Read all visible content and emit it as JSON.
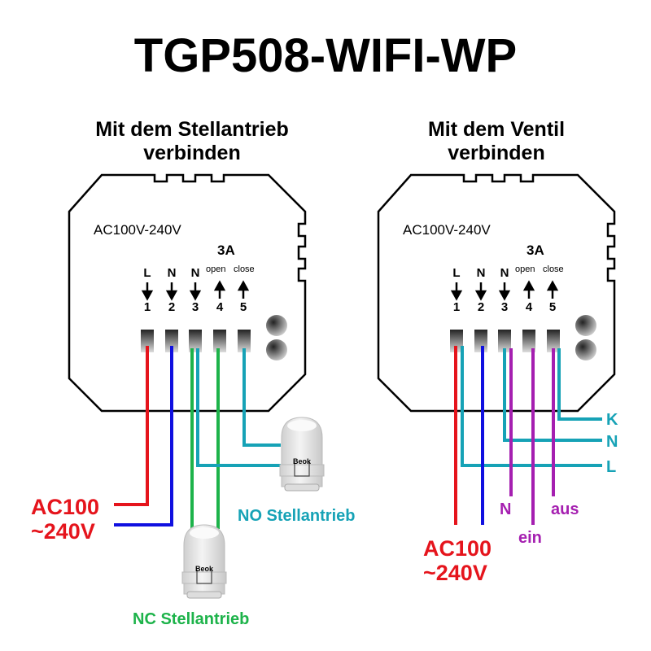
{
  "title": "TGP508-WIFI-WP",
  "colors": {
    "red": "#e5141c",
    "blue": "#1010e0",
    "green": "#1db34a",
    "teal": "#16a2b6",
    "purple": "#a51fb0"
  },
  "left": {
    "heading_line1": "Mit dem Stellantrieb",
    "heading_line2": "verbinden",
    "voltage": "AC100V-240V",
    "current": "3A",
    "open_label": "open",
    "close_label": "close",
    "terminals": [
      {
        "letter": "L",
        "num": "1"
      },
      {
        "letter": "N",
        "num": "2"
      },
      {
        "letter": "N",
        "num": "3"
      },
      {
        "letter": "",
        "num": "4"
      },
      {
        "letter": "",
        "num": "5"
      }
    ],
    "supply_line1": "AC100",
    "supply_line2": "~240V",
    "no_label": "NO Stellantrieb",
    "nc_label": "NC Stellantrieb",
    "actuator_brand": "Beok"
  },
  "right": {
    "heading_line1": "Mit dem Ventil",
    "heading_line2": "verbinden",
    "voltage": "AC100V-240V",
    "current": "3A",
    "open_label": "open",
    "close_label": "close",
    "terminals": [
      {
        "letter": "L",
        "num": "1"
      },
      {
        "letter": "N",
        "num": "2"
      },
      {
        "letter": "N",
        "num": "3"
      },
      {
        "letter": "",
        "num": "4"
      },
      {
        "letter": "",
        "num": "5"
      }
    ],
    "supply_line1": "AC100",
    "supply_line2": "~240V",
    "valve_k": "K",
    "valve_n": "N",
    "valve_l": "L",
    "wire_n": "N",
    "wire_ein": "ein",
    "wire_aus": "aus"
  }
}
